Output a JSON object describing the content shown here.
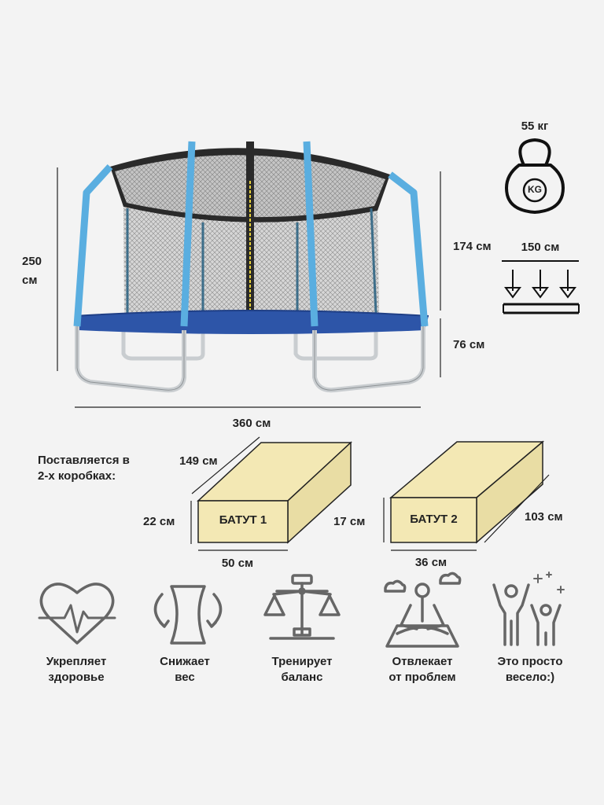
{
  "dimensions": {
    "total_height": "250",
    "total_height_unit": "см",
    "enclosure_height": "174 см",
    "frame_height": "76 см",
    "diameter": "360 см"
  },
  "load": {
    "max_weight": "55 кг",
    "weight_icon_label": "KG",
    "pressure_width": "150 см"
  },
  "delivery": {
    "line1": "Поставляется в",
    "line2": "2-х коробках:",
    "box1": {
      "label": "БАТУТ 1",
      "length": "149 см",
      "height": "22 см",
      "width": "50 см"
    },
    "box2": {
      "label": "БАТУТ 2",
      "length": "103 см",
      "height": "17 см",
      "width": "36 см"
    }
  },
  "colors": {
    "box_face": "#f3e8b4",
    "box_stroke": "#222222",
    "pole_blue": "#5aaee0",
    "mat_blue": "#2d55a8",
    "net": "#9a9a9a",
    "frame": "#c9cdd0",
    "icon_gray": "#666666"
  },
  "benefits": [
    {
      "icon": "heart-pulse-icon",
      "line1": "Укрепляет",
      "line2": "здоровье"
    },
    {
      "icon": "waist-icon",
      "line1": "Снижает",
      "line2": "вес"
    },
    {
      "icon": "balance-scale-icon",
      "line1": "Тренирует",
      "line2": "баланс"
    },
    {
      "icon": "meditation-icon",
      "line1": "Отвлекает",
      "line2": "от проблем"
    },
    {
      "icon": "playing-kids-icon",
      "line1": "Это просто",
      "line2": "весело:)"
    }
  ]
}
